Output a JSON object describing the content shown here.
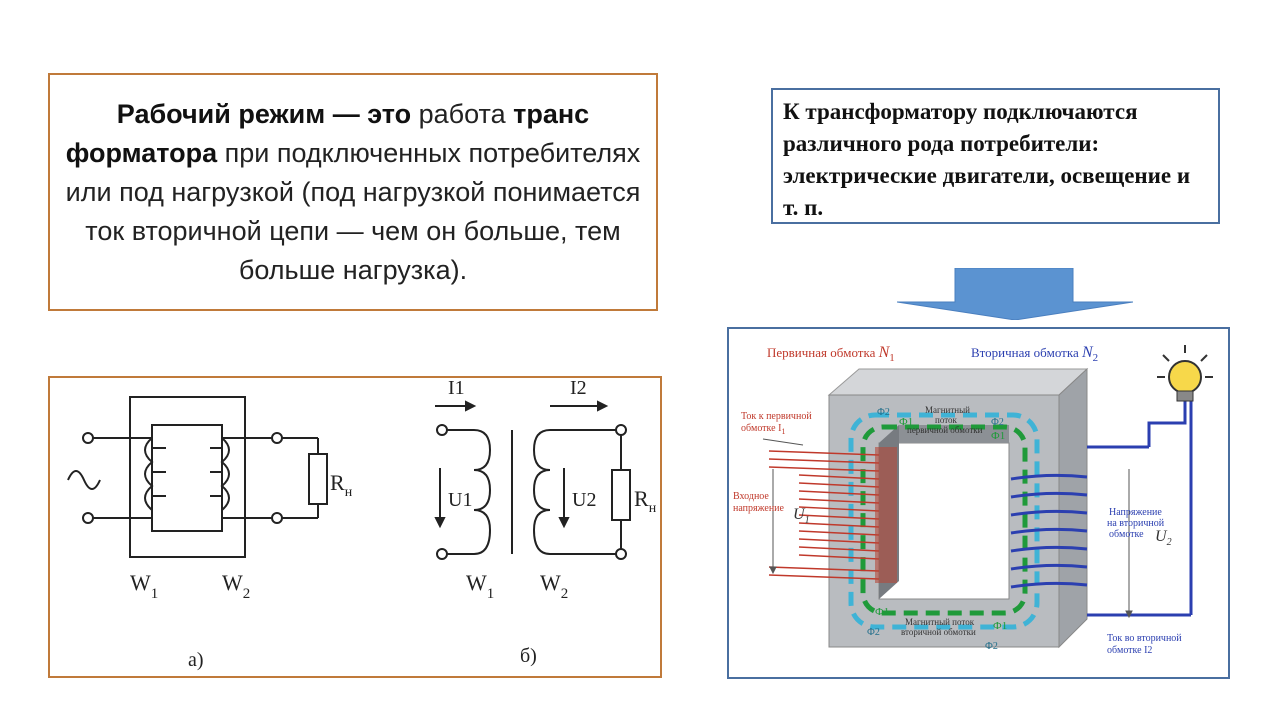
{
  "definition": {
    "term": "Рабочий режим — это",
    "t1": " работа ",
    "b2": "транс форматора",
    "t2": " при подключенных потребителях или под нагрузкой (под нагрузкой понимается ток вторичной цепи — чем он больше, тем больше нагрузка)."
  },
  "consumers": {
    "text": "К трансформатору подключаются различного рода потребители: электрические двигатели, освещение и т. п."
  },
  "circuit": {
    "a": {
      "w1": "W",
      "w1_sub": "1",
      "w2": "W",
      "w2_sub": "2",
      "load": "R",
      "load_sub": "н",
      "caption": "а)"
    },
    "b": {
      "i1": "I1",
      "i2": "I2",
      "u1": "U1",
      "u2": "U2",
      "w1": "W",
      "w1_sub": "1",
      "w2": "W",
      "w2_sub": "2",
      "load": "R",
      "load_sub": "н",
      "caption": "б)"
    }
  },
  "transformer": {
    "primary_winding": "Первичная обмотка",
    "primary_symbol": "N",
    "primary_sub": "1",
    "secondary_winding": "Вторичная обмотка",
    "secondary_symbol": "N",
    "secondary_sub": "2",
    "primary_current_l1": "Ток к первичной",
    "primary_current_l2": "обмотке I",
    "primary_current_sub": "1",
    "input_voltage_l1": "Входное",
    "input_voltage_l2": "напряжение",
    "u1": "U",
    "u1_sub": "1",
    "flux_primary_l1": "Магнитный",
    "flux_primary_l2": "поток",
    "flux_primary_l3": "первичной обмотки",
    "flux_secondary_l1": "Магнитный поток",
    "flux_secondary_l2": "вторичной обмотки",
    "secondary_voltage_l1": "Напряжение",
    "secondary_voltage_l2": "на вторичной",
    "secondary_voltage_l3": "обмотке",
    "u2": "U",
    "u2_sub": "2",
    "secondary_current_l1": "Ток во вторичной",
    "secondary_current_l2": "обмотке I2",
    "phi1": "Ф1",
    "phi2": "Ф2",
    "colors": {
      "primary": "#c0392b",
      "secondary": "#2b3fb0",
      "flux1": "#1f9a3a",
      "flux2": "#3fb3d6",
      "core": "#b9bcc0"
    }
  }
}
